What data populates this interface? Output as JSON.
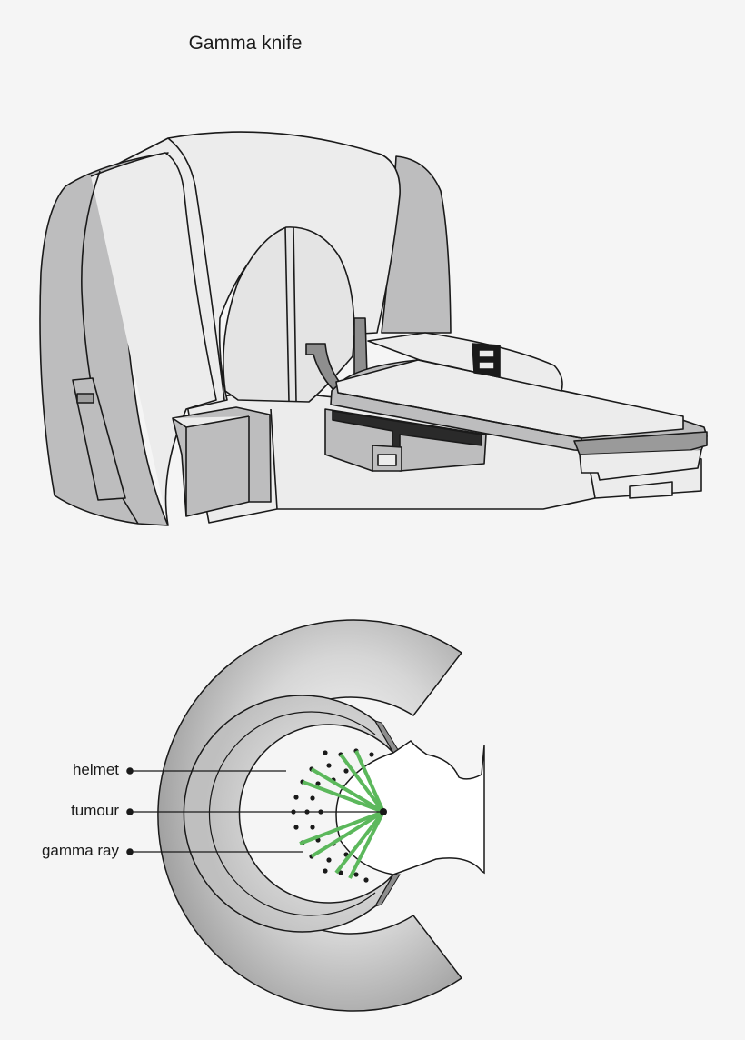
{
  "title": "Gamma knife",
  "labels": {
    "helmet": "helmet",
    "tumour": "tumour",
    "gamma_ray": "gamma ray"
  },
  "colors": {
    "machine_shell": "#ebebeb",
    "machine_grey": "#bdbdbe",
    "outline": "#1a1a1a",
    "beam": "#5cb85c",
    "head": "#ffffff"
  }
}
